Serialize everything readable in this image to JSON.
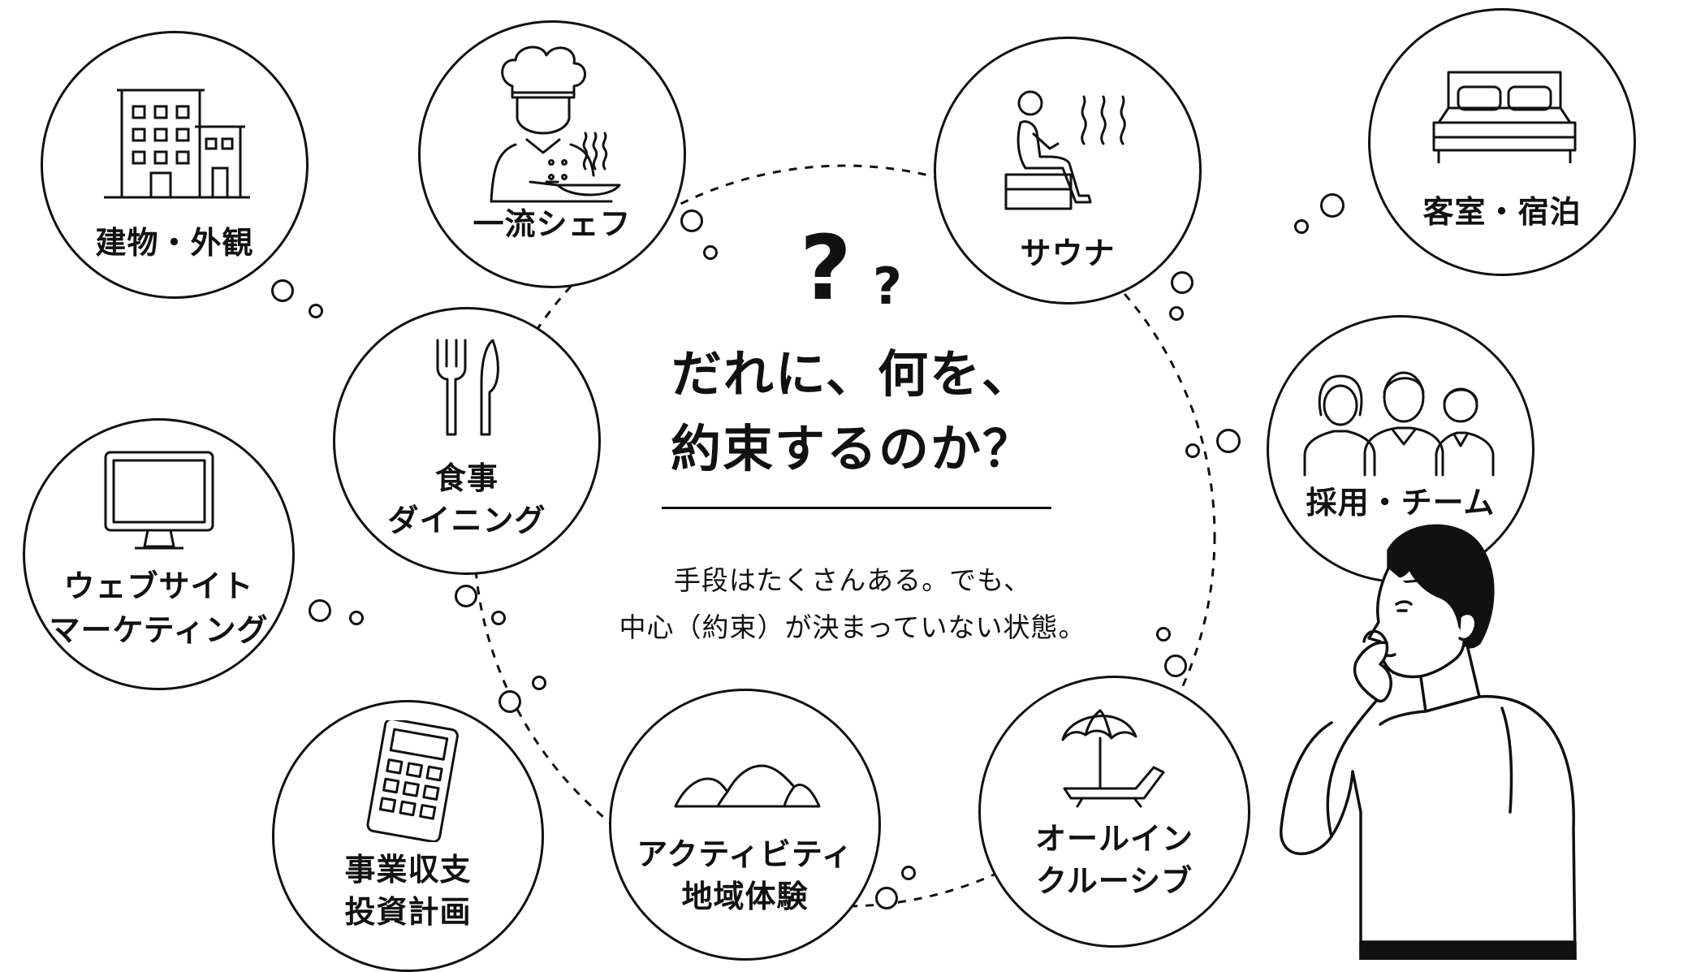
{
  "center": {
    "question_mark_big": "?",
    "question_mark_small": "?",
    "title_line1": "だれに、何を、",
    "title_line2": "約束するのか？",
    "desc_line1": "手段はたくさんある。でも、",
    "desc_line2": "中心（約束）が決まっていない状態。"
  },
  "bubbles": {
    "building": {
      "line1": "建物・外観"
    },
    "chef": {
      "line1": "一流シェフ"
    },
    "sauna": {
      "line1": "サウナ"
    },
    "room": {
      "line1": "客室・宿泊"
    },
    "dining": {
      "line1": "食事",
      "line2": "ダイニング"
    },
    "team": {
      "line1": "採用・チーム"
    },
    "website": {
      "line1": "ウェブサイト",
      "line2": "マーケティング"
    },
    "finance": {
      "line1": "事業収支",
      "line2": "投資計画"
    },
    "activity": {
      "line1": "アクティビティ",
      "line2": "地域体験"
    },
    "allin": {
      "line1": "オールイン",
      "line2": "クルーシブ"
    }
  }
}
